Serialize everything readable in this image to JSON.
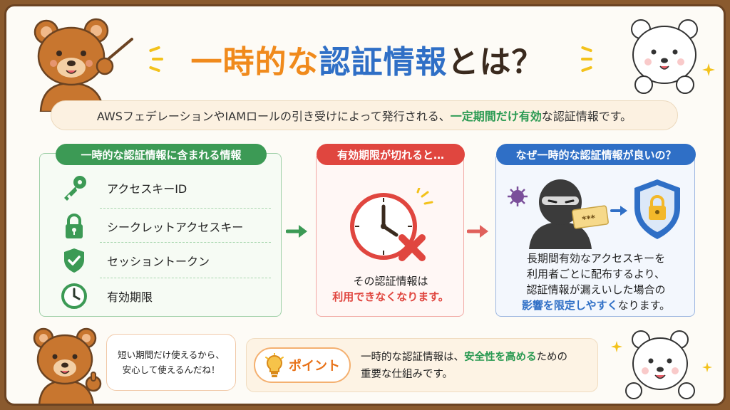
{
  "title": {
    "part1": "一時的な",
    "part2": "認証情報",
    "part3": "とは？"
  },
  "subtitle": {
    "pre": "AWSフェデレーションやIAMロールの引き受けによって発行される、",
    "highlight": "一定期間だけ有効",
    "post": "な認証情報です。"
  },
  "panel_info": {
    "title": "一時的な認証情報に含まれる情報",
    "items": [
      {
        "label": "アクセスキーID",
        "icon": "key-icon"
      },
      {
        "label": "シークレットアクセスキー",
        "icon": "lock-icon"
      },
      {
        "label": "セッショントークン",
        "icon": "shield-check-icon"
      },
      {
        "label": "有効期限",
        "icon": "clock-icon"
      }
    ]
  },
  "panel_expire": {
    "title": "有効期限が切れると…",
    "line1": "その認証情報は",
    "line2": "利用できなくなります。"
  },
  "panel_why": {
    "title": "なぜ一時的な認証情報が良いの？",
    "line1": "長期間有効なアクセスキーを",
    "line2": "利用者ごとに配布するより、",
    "line3": "認証情報が漏えいした場合の",
    "line4_highlight": "影響を限定しやすく",
    "line4_post": "なります。",
    "card_text": "***"
  },
  "bubble": {
    "line1": "短い期間だけ使えるから、",
    "line2": "安心して使えるんだね！"
  },
  "point": {
    "badge": "ポイント",
    "pre": "一時的な認証情報は、",
    "highlight": "安全性を高める",
    "post": "ための",
    "line2": "重要な仕組みです。"
  },
  "colors": {
    "green": "#3c9a55",
    "red": "#e0463f",
    "blue": "#2f6fc6",
    "orange": "#f08a1c"
  }
}
